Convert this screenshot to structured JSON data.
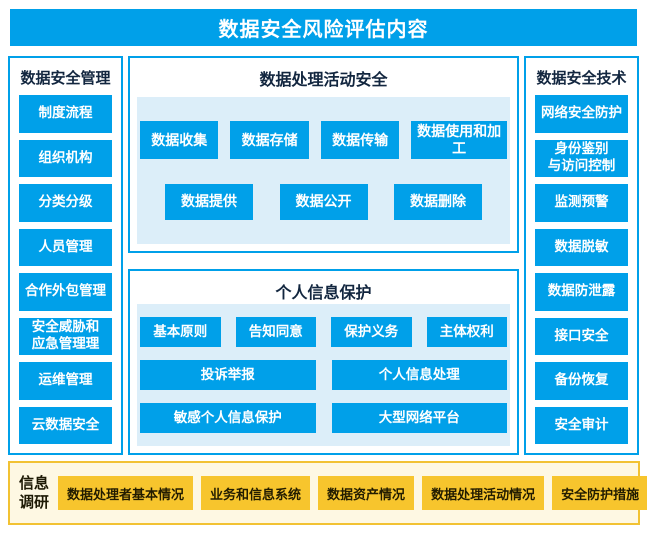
{
  "banner": {
    "title": "数据安全风险评估内容"
  },
  "left_panel": {
    "title": "数据安全管理",
    "items": [
      "制度流程",
      "组织机构",
      "分类分级",
      "人员管理",
      "合作外包管理",
      "安全威胁和\n应急管理理",
      "运维管理",
      "云数据安全"
    ]
  },
  "process_panel": {
    "title": "数据处理活动安全",
    "row1": [
      "数据收集",
      "数据存储",
      "数据传输",
      "数据使用和加工"
    ],
    "row2": [
      "数据提供",
      "数据公开",
      "数据删除"
    ]
  },
  "personal_panel": {
    "title": "个人信息保护",
    "row1": [
      "基本原则",
      "告知同意",
      "保护义务",
      "主体权利"
    ],
    "row2": [
      "投诉举报",
      "个人信息处理"
    ],
    "row3": [
      "敏感个人信息保护",
      "大型网络平台"
    ]
  },
  "right_panel": {
    "title": "数据安全技术",
    "items": [
      "网络安全防护",
      "身份鉴别\n与访问控制",
      "监测预警",
      "数据脱敏",
      "数据防泄露",
      "接口安全",
      "备份恢复",
      "安全审计"
    ]
  },
  "survey_panel": {
    "title": "信息\n调研",
    "items": [
      "数据处理者基本情况",
      "业务和信息系统",
      "数据资产情况",
      "数据处理活动情况",
      "安全防护措施"
    ]
  },
  "colors": {
    "primary_blue": "#00A0E9",
    "inner_light_blue": "#DCEEF9",
    "dark_heading": "#12263F",
    "gold_border": "#F2C233",
    "cream_background": "#FEF8E3",
    "gold_button": "#F7C52D"
  }
}
